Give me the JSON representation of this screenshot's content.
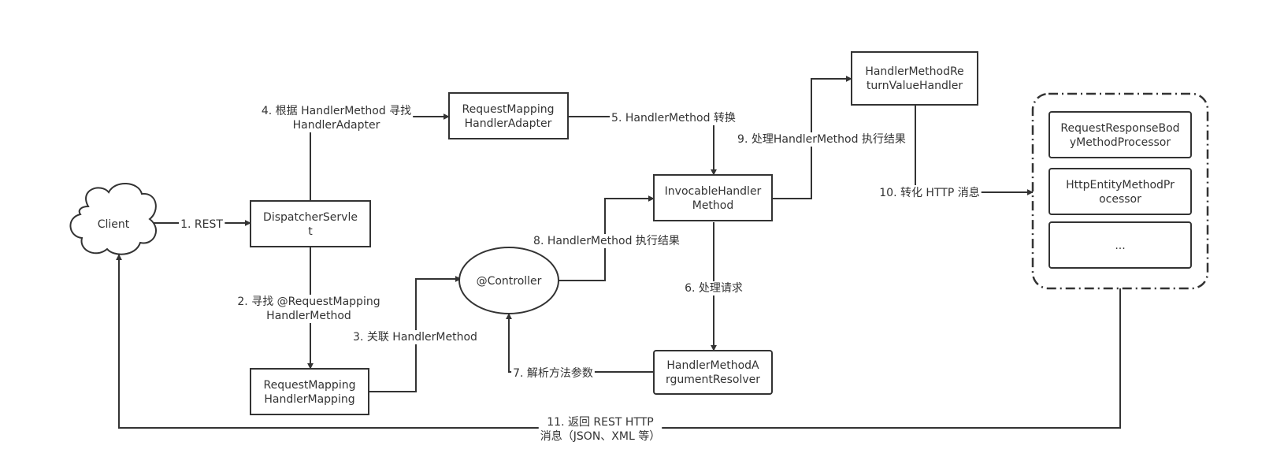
{
  "nodes": {
    "client": [
      "Client"
    ],
    "dispatcher_servlet": [
      "DispatcherServle",
      "t"
    ],
    "handler_mapping": [
      "RequestMapping",
      "HandlerMapping"
    ],
    "handler_adapter": [
      "RequestMapping",
      "HandlerAdapter"
    ],
    "controller": [
      "@Controller"
    ],
    "invocable_handler_method": [
      "InvocableHandler",
      "Method"
    ],
    "argument_resolver": [
      "HandlerMethodA",
      "rgumentResolver"
    ],
    "return_value_handler": [
      "HandlerMethodRe",
      "turnValueHandler"
    ],
    "processor_body": [
      "RequestResponseBod",
      "yMethodProcessor"
    ],
    "processor_entity": [
      "HttpEntityMethodPr",
      "ocessor"
    ],
    "processor_more": [
      "..."
    ]
  },
  "edges": {
    "step1": [
      "1. REST"
    ],
    "step2": [
      "2. 寻找 @RequestMapping",
      "HandlerMethod"
    ],
    "step3": [
      "3. 关联 HandlerMethod"
    ],
    "step4": [
      "4. 根据 HandlerMethod 寻找",
      "HandlerAdapter"
    ],
    "step5": [
      "5. HandlerMethod 转换"
    ],
    "step6": [
      "6. 处理请求"
    ],
    "step7": [
      "7. 解析方法参数"
    ],
    "step8": [
      "8. HandlerMethod 执行结果"
    ],
    "step9": [
      "9. 处理HandlerMethod 执行结果"
    ],
    "step10": [
      "10. 转化 HTTP 消息"
    ],
    "step11": [
      "11. 返回 REST HTTP",
      "消息（JSON、XML 等）"
    ]
  },
  "colors": {
    "stroke": "#333333",
    "text": "#333333",
    "background": "#ffffff"
  }
}
